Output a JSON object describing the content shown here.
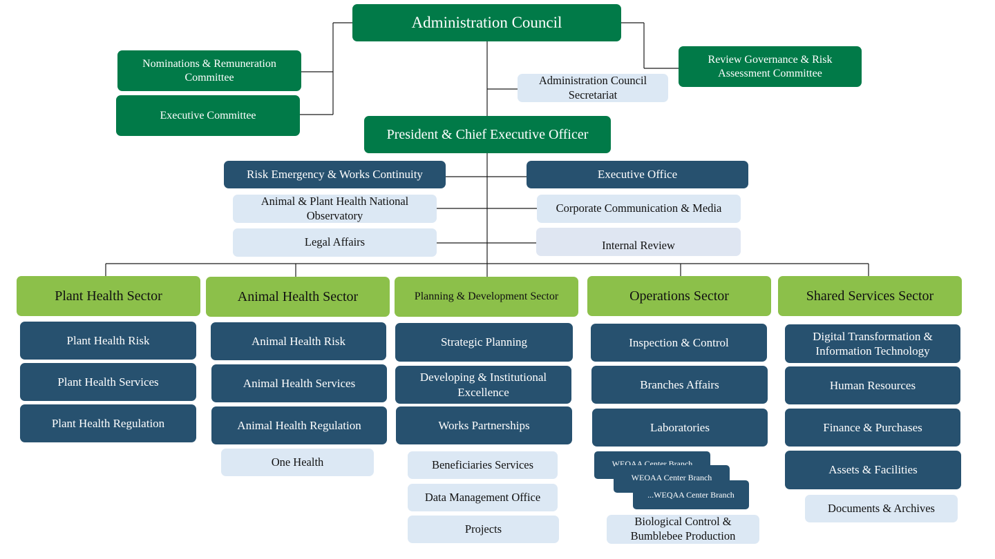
{
  "top": {
    "administration_council": "Administration Council",
    "nominations_committee": "Nominations & Remuneration Committee",
    "executive_committee": "Executive Committee",
    "review_committee": "Review Governance & Risk Assessment Committee",
    "council_secretariat": "Administration Council Secretariat",
    "president": "President & Chief Executive Officer"
  },
  "office": {
    "risk_emergency": "Risk Emergency & Works Continuity",
    "executive_office": "Executive Office",
    "observatory": "Animal & Plant Health National Observatory",
    "communication": "Corporate Communication & Media",
    "legal": "Legal Affairs",
    "internal_review": "Internal  Review"
  },
  "sectors": {
    "plant": {
      "title": "Plant Health Sector",
      "units": [
        "Plant Health Risk",
        "Plant Health Services",
        "Plant Health Regulation"
      ]
    },
    "animal": {
      "title": "Animal Health Sector",
      "units": [
        "Animal Health Risk",
        "Animal Health Services",
        "Animal Health Regulation"
      ],
      "extra": [
        "One Health"
      ]
    },
    "planning": {
      "title": "Planning & Development Sector",
      "units": [
        "Strategic Planning",
        "Developing & Institutional Excellence",
        "Works Partnerships"
      ],
      "extra": [
        "Beneficiaries Services",
        "Data Management Office",
        "Projects"
      ]
    },
    "operations": {
      "title": "Operations Sector",
      "units": [
        "Inspection & Control",
        "Branches Affairs",
        "Laboratories"
      ],
      "branches": [
        "WEQAA Center Branch",
        "WEQAA Center Branch",
        "...WEQAA Center Branch"
      ],
      "extra": [
        "Biological Control & Bumblebee Production"
      ]
    },
    "shared": {
      "title": "Shared Services Sector",
      "units": [
        "Digital Transformation & Information Technology",
        "Human Resources",
        "Finance & Purchases",
        "Assets & Facilities"
      ],
      "extra": [
        "Documents & Archives"
      ]
    }
  }
}
